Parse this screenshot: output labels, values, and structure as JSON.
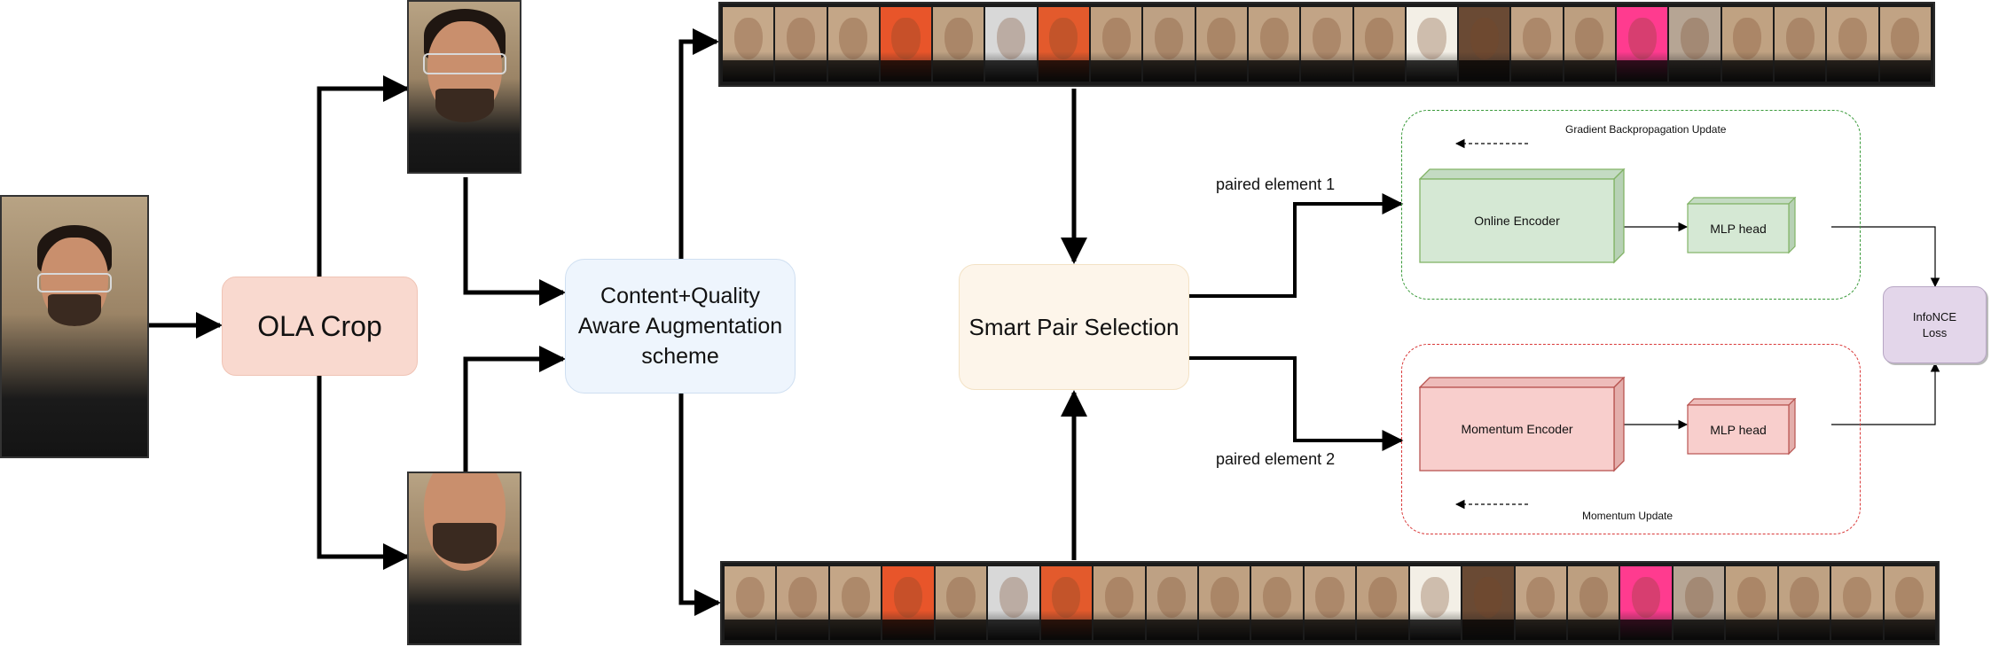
{
  "nodes": {
    "ola_crop": "OLA Crop",
    "augmentation": "Content+Quality Aware Augmentation scheme",
    "smart_pair": "Smart Pair Selection",
    "online_encoder": "Online Encoder",
    "momentum_encoder": "Momentum Encoder",
    "mlp_head_top": "MLP head",
    "mlp_head_bottom": "MLP head",
    "loss": "InfoNCE Loss"
  },
  "labels": {
    "paired_1": "paired element 1",
    "paired_2": "paired element 2",
    "gradient_update": "Gradient Backpropagation Update",
    "momentum_update": "Momentum Update"
  },
  "colors": {
    "ola": "#f9d9cf",
    "augmentation": "#eef5fd",
    "smart_pair": "#fdf5ea",
    "encoder_green": "#d5e8d4",
    "encoder_red": "#f8cecc",
    "loss": "#e3d6ea",
    "dash_green": "#3a9a3a",
    "dash_red": "#d93a3a"
  },
  "augmented_strip_tiles": [
    "#c6a98a",
    "#c2a385",
    "#c4a687",
    "#e8552a",
    "#bfa283",
    "#d8d8d8",
    "#e35a2c",
    "#c0a080",
    "#bea184",
    "#bfa182",
    "#c1a384",
    "#c2a486",
    "#bfa081",
    "#f3efe6",
    "#6a4a34",
    "#c2a486",
    "#bd9f80",
    "#ff3b8f",
    "#b6a594",
    "#c0a282",
    "#bfa283",
    "#c3a586",
    "#c1a384"
  ]
}
